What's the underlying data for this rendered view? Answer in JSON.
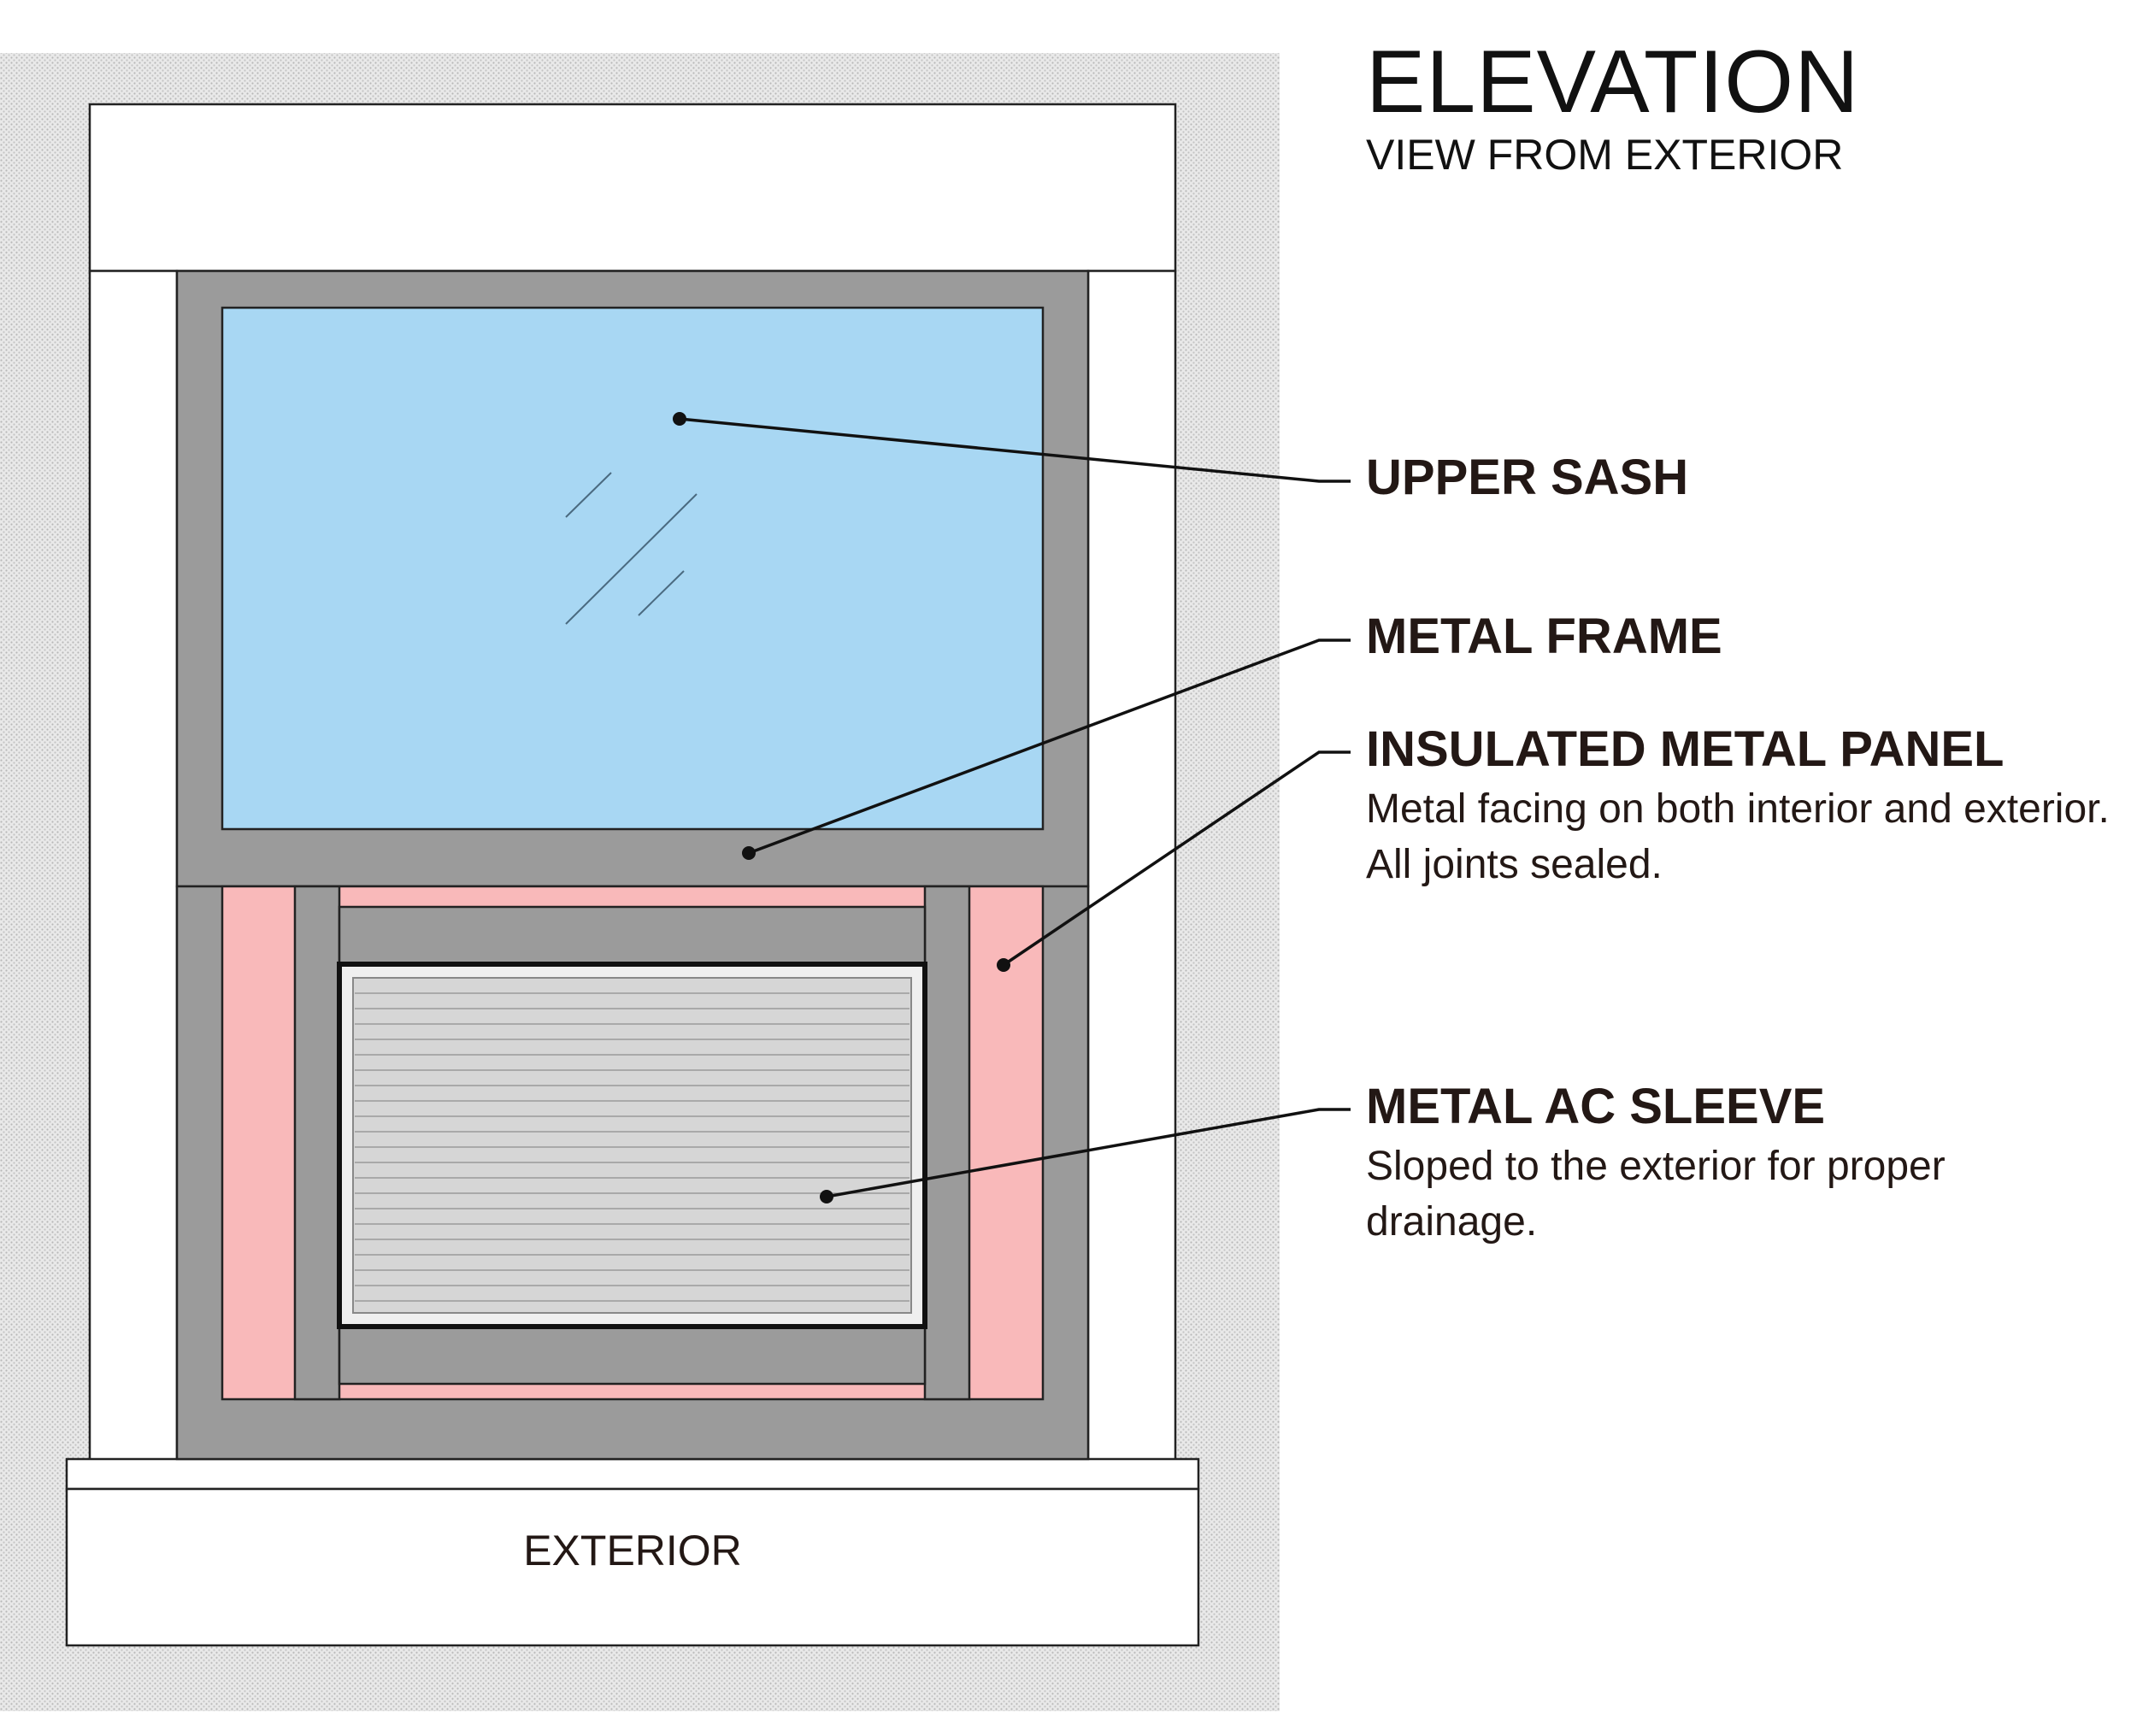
{
  "header": {
    "title": "ELEVATION",
    "subtitle": "VIEW FROM EXTERIOR"
  },
  "callouts": [
    {
      "title": "UPPER SASH",
      "description": ""
    },
    {
      "title": "METAL FRAME",
      "description": ""
    },
    {
      "title": "INSULATED METAL PANEL",
      "description": "Metal facing on both interior and exterior. All joints sealed."
    },
    {
      "title": "METAL AC SLEEVE",
      "description": "Sloped to the exterior for proper drainage."
    }
  ],
  "sill_label": "EXTERIOR",
  "colors": {
    "wall_hatch": "#d9d9d9",
    "frame_gray": "#9b9b9b",
    "glass_blue": "#a8d7f3",
    "insulation_pink": "#f9b9ba",
    "ac_grille": "#d6d6d6",
    "trim_white": "#ffffff",
    "ink": "#231815"
  }
}
